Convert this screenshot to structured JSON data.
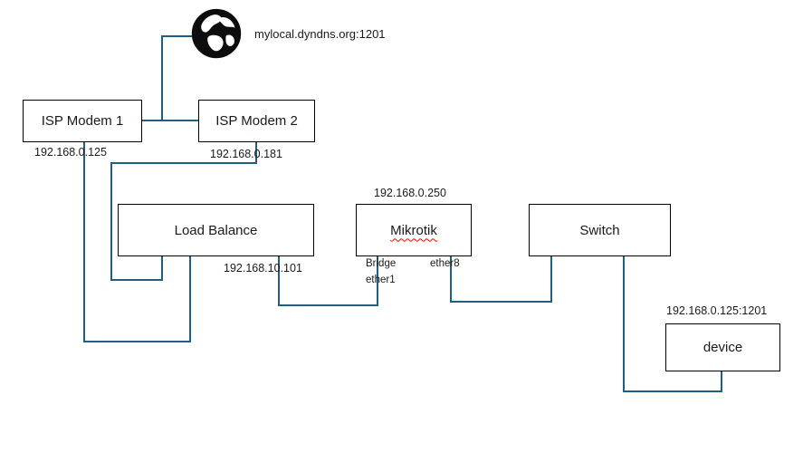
{
  "internet": {
    "icon": "globe-icon",
    "hostname": "mylocal.dyndns.org:1201"
  },
  "nodes": {
    "isp_modem_1": {
      "label": "ISP Modem 1",
      "ip": "192.168.0.125"
    },
    "isp_modem_2": {
      "label": "ISP Modem 2",
      "ip": "192.168.0.181"
    },
    "load_balance": {
      "label": "Load Balance",
      "ip": "192.168.10.101"
    },
    "mikrotik": {
      "label": "Mikrotik",
      "ip": "192.168.0.250",
      "ports": {
        "bridge": "Bridge",
        "ether1": "ether1",
        "ether8": "ether8"
      }
    },
    "switch": {
      "label": "Switch"
    },
    "device": {
      "label": "device",
      "endpoint": "192.168.0.125:1201"
    }
  },
  "colors": {
    "connector": "#1F5F80",
    "box_border": "#000000",
    "background": "#FFFFFF",
    "spellcheck_underline": "#FF0000"
  }
}
